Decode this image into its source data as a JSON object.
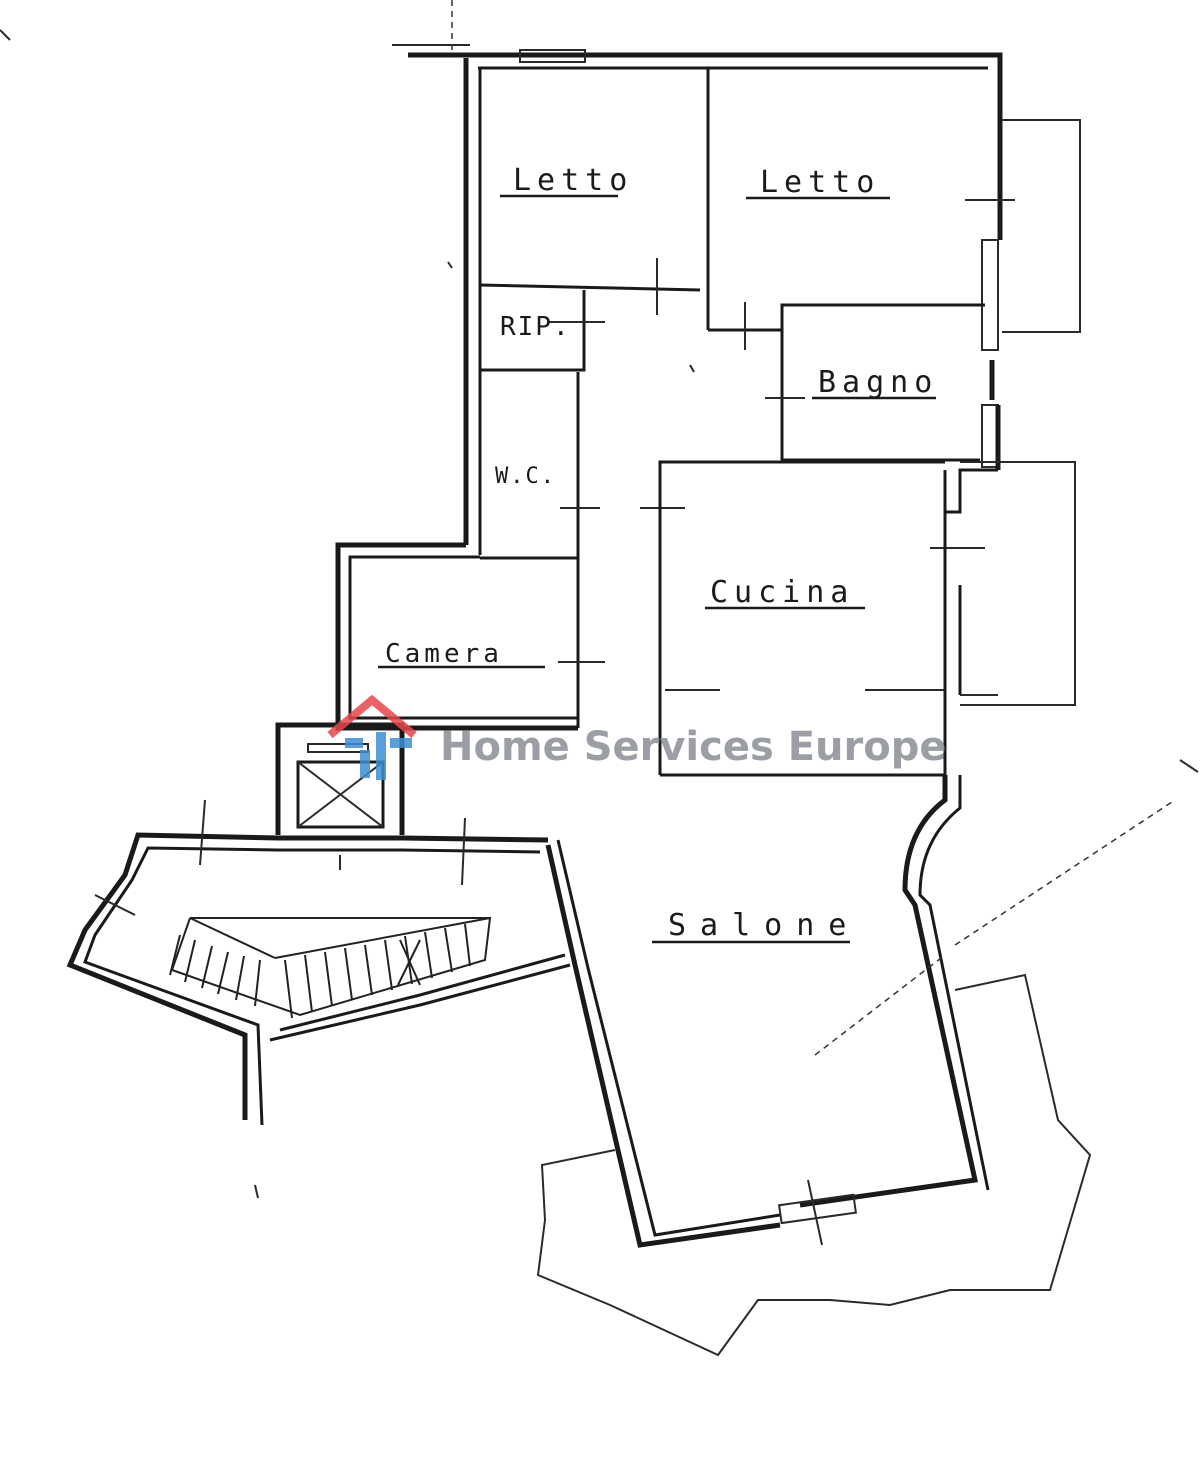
{
  "rooms": {
    "letto_1": "Letto",
    "letto_2": "Letto",
    "rip": "RIP.",
    "wc": "W.C.",
    "bagno": "Bagno",
    "camera": "Camera",
    "cucina": "Cucina",
    "salone": "Salone"
  },
  "watermark": {
    "brand": "Home Services Europe",
    "colors": {
      "roof": "#e8474c",
      "mark": "#3b8fd6",
      "text": "#8a8f96"
    }
  }
}
